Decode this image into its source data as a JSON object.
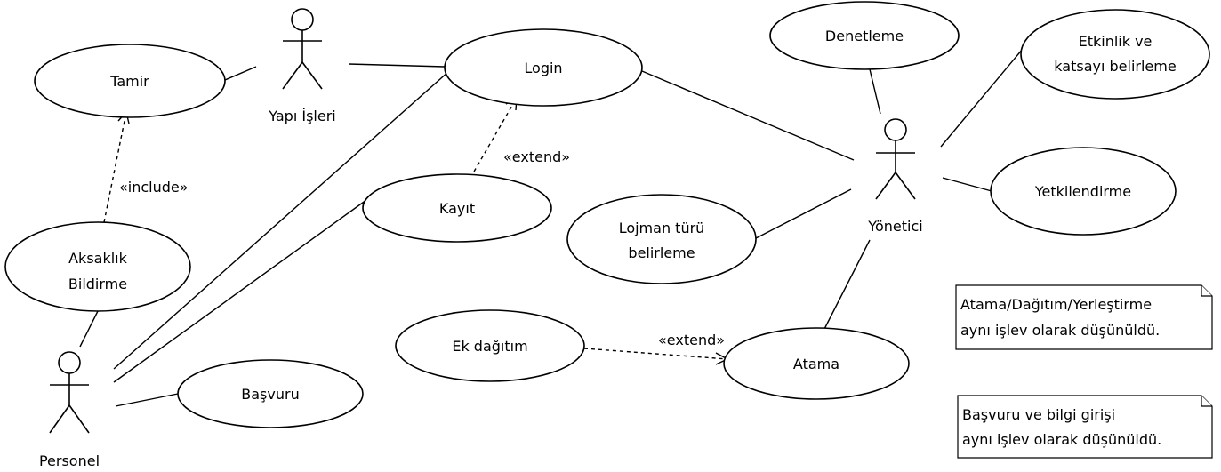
{
  "actors": {
    "yapi_isleri": "Yapı İşleri",
    "personel": "Personel",
    "yonetici": "Yönetici"
  },
  "use_cases": {
    "tamir": [
      "Tamir"
    ],
    "login": [
      "Login"
    ],
    "kayit": [
      "Kayıt"
    ],
    "aksaklik": [
      "Aksaklık",
      "Bildirme"
    ],
    "basvuru": [
      "Başvuru"
    ],
    "ek_dagitim": [
      "Ek dağıtım"
    ],
    "atama": [
      "Atama"
    ],
    "lojman": [
      "Lojman türü",
      "belirleme"
    ],
    "denetleme": [
      "Denetleme"
    ],
    "etkinlik": [
      "Etkinlik ve",
      "katsayı belirleme"
    ],
    "yetkilendirme": [
      "Yetkilendirme"
    ]
  },
  "relations": {
    "include_label": "«include»",
    "extend_kayit_label": "«extend»",
    "extend_ek_label": "«extend»"
  },
  "notes": {
    "note1": [
      "Atama/Dağıtım/Yerleştirme",
      "aynı işlev olarak düşünüldü."
    ],
    "note2": [
      "Başvuru ve bilgi girişi",
      "aynı işlev olarak düşünüldü."
    ]
  }
}
